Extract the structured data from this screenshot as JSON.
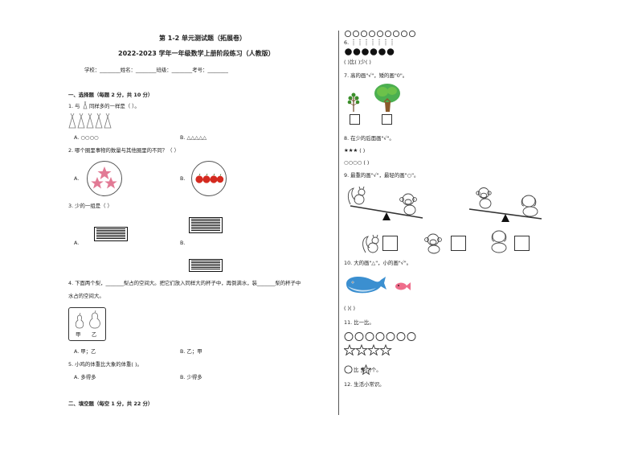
{
  "header": {
    "title": "第 1-2 单元测试题（拓展卷）",
    "subtitle": "2022-2023 学年一年级数学上册阶段练习（人教版）",
    "info_line": "学校：________姓名：________班级：________考号：________"
  },
  "left": {
    "sec1": "一、选择题（每题 2 分，共 10 分）",
    "q1": "1. 与",
    "q1_tail": "同样多的一样是（    ）。",
    "q1_a": "A. ○○○○",
    "q1_b": "B. △△△△△",
    "q2": "2. 哪个圈里事物的数量与其他圈里的不同？（    ）",
    "q2_a": "A.",
    "q2_b": "B.",
    "q3": "3. 少的一组是（    ）",
    "q3_a": "A.",
    "q3_b": "B.",
    "q4_line1": "4. 下面两个梨，_______梨占的空间大。把它们放入同样大的杯子中，再倒满水，装_______梨的杯子中",
    "q4_line2": "水占的空间大。",
    "q4_label_jia": "甲",
    "q4_label_yi": "乙",
    "q4_a": "A. 甲；乙",
    "q4_b": "B. 乙；甲",
    "q5": "5. 小鸡的体重比大象的体重(    )。",
    "q5_a": "A. 多得多",
    "q5_b": "B. 少得多",
    "sec2": "二、填空题（每空 1 分，共 22 分）"
  },
  "right": {
    "q6_label": "6.",
    "q6_paren": "(        )比(        )少(        )",
    "q7": "7. 高的画\"√\"，矮的画\"0\"。",
    "q8": "8. 在少的后面画\"√\"。",
    "q8_row1": "★★★  (    )",
    "q8_row2": "○○○○  (    )",
    "q9": "9. 最重的画\"√\"，最轻的画\"○\"。",
    "q10": "10. 大的画\"△\"，小的画\"√\"。",
    "q10_paren": "(        )(        )",
    "q11": "11. 比一比。",
    "q11_sentence": "比      多(        )个。",
    "q12": "12. 生活小常识。"
  },
  "colors": {
    "star_pink": "#e27a95",
    "apple_red": "#d42a1f",
    "whale_blue": "#3b8fd0",
    "fish_pink": "#ef6d8b",
    "tree_green": "#4caf50"
  }
}
